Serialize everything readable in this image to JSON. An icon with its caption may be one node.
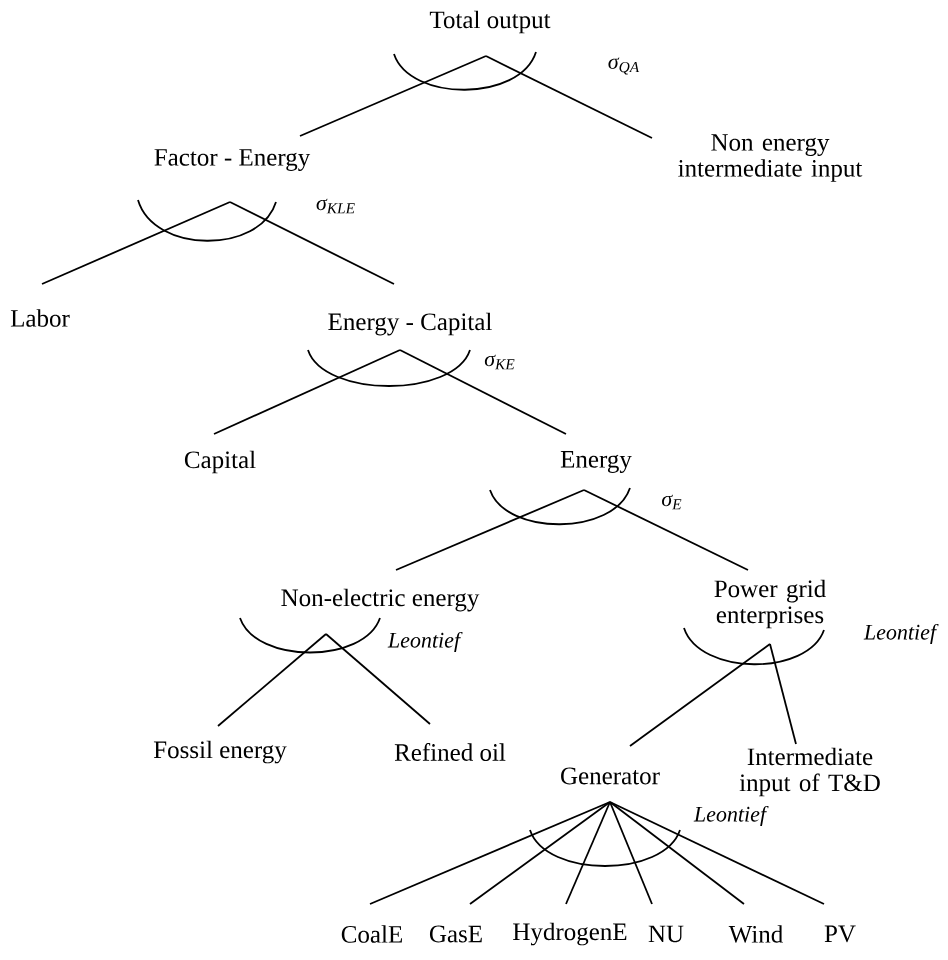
{
  "diagram": {
    "nodes": [
      {
        "text": [
          "Total output"
        ]
      },
      {
        "text": [
          "Factor - Energy"
        ]
      },
      {
        "text": [
          "Non energy intermediate input"
        ]
      },
      {
        "text": [
          "Labor"
        ]
      },
      {
        "text": [
          "Energy - Capital"
        ]
      },
      {
        "text": [
          "Capital"
        ]
      },
      {
        "text": [
          "Energy"
        ]
      },
      {
        "text": [
          "Non-electric energy"
        ]
      },
      {
        "text": [
          "Power grid enterprises"
        ]
      },
      {
        "text": [
          "Fossil energy"
        ]
      },
      {
        "text": [
          "Refined oil"
        ]
      },
      {
        "text": [
          "Generator"
        ]
      },
      {
        "text": [
          "Intermediate input of T&D"
        ]
      },
      {
        "text": [
          "CoalE"
        ]
      },
      {
        "text": [
          "GasE"
        ]
      },
      {
        "text": [
          "HydrogenE"
        ]
      },
      {
        "text": [
          "NU"
        ]
      },
      {
        "text": [
          "Wind"
        ]
      },
      {
        "text": [
          "PV"
        ]
      }
    ],
    "edges": [
      {
        "from": 0,
        "to": 1,
        "arrow": "none"
      },
      {
        "from": 0,
        "to": 2,
        "arrow": "none"
      },
      {
        "from": 1,
        "to": 3,
        "arrow": "none"
      },
      {
        "from": 1,
        "to": 4,
        "arrow": "none"
      },
      {
        "from": 4,
        "to": 5,
        "arrow": "none"
      },
      {
        "from": 4,
        "to": 6,
        "arrow": "none"
      },
      {
        "from": 6,
        "to": 7,
        "arrow": "none"
      },
      {
        "from": 6,
        "to": 8,
        "arrow": "none"
      },
      {
        "from": 7,
        "to": 9,
        "arrow": "none"
      },
      {
        "from": 7,
        "to": 10,
        "arrow": "none"
      },
      {
        "from": 8,
        "to": 11,
        "arrow": "none"
      },
      {
        "from": 8,
        "to": 12,
        "arrow": "none"
      },
      {
        "from": 11,
        "to": 13,
        "arrow": "none"
      },
      {
        "from": 11,
        "to": 14,
        "arrow": "none"
      },
      {
        "from": 11,
        "to": 15,
        "arrow": "none"
      },
      {
        "from": 11,
        "to": 16,
        "arrow": "none"
      },
      {
        "from": 11,
        "to": 17,
        "arrow": "none"
      },
      {
        "from": 11,
        "to": 18,
        "arrow": "none"
      }
    ],
    "labels": [
      "σ$_{QA}$",
      "σ$_{KLE}$",
      "σ$_{KE}$",
      "σ$_{E}$",
      "Leontief",
      "Leontief",
      "Leontief"
    ]
  }
}
